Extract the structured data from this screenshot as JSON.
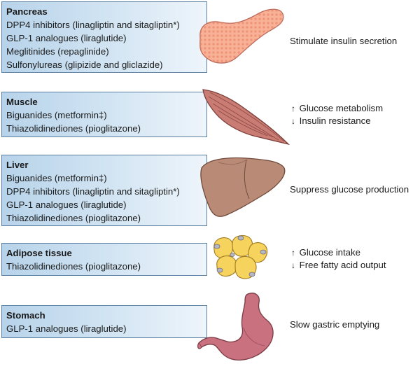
{
  "rows": [
    {
      "organ": "Pancreas",
      "drugs": [
        "DPP4 inhibitors (linagliptin and sitagliptin*)",
        "GLP-1 analogues (liraglutide)",
        "Meglitinides (repaglinide)",
        "Sulfonylureas (glipizide and gliclazide)"
      ],
      "effects": [
        {
          "arrow": "",
          "text": "Stimulate insulin secretion"
        }
      ],
      "icon": "pancreas-icon",
      "color": "#f6a58a"
    },
    {
      "organ": "Muscle",
      "drugs": [
        "Biguanides (metformin‡)",
        "Thiazolidinediones (pioglitazone)"
      ],
      "effects": [
        {
          "arrow": "↑",
          "text": "Glucose metabolism"
        },
        {
          "arrow": "↓",
          "text": "Insulin resistance"
        }
      ],
      "icon": "muscle-icon",
      "color": "#c47a72"
    },
    {
      "organ": "Liver",
      "drugs": [
        "Biguanides (metformin‡)",
        "DPP4 inhibitors (linagliptin and sitagliptin*)",
        "GLP-1 analogues (liraglutide)",
        "Thiazolidinediones (pioglitazone)"
      ],
      "effects": [
        {
          "arrow": "",
          "text": "Suppress glucose production"
        }
      ],
      "icon": "liver-icon",
      "color": "#b58471"
    },
    {
      "organ": "Adipose tissue",
      "drugs": [
        "Thiazolidinediones (pioglitazone)"
      ],
      "effects": [
        {
          "arrow": "↑",
          "text": "Glucose intake"
        },
        {
          "arrow": "↓",
          "text": "Free fatty acid output"
        }
      ],
      "icon": "adipose-tissue-icon",
      "color": "#f5d25a"
    },
    {
      "organ": "Stomach",
      "drugs": [
        "GLP-1 analogues (liraglutide)"
      ],
      "effects": [
        {
          "arrow": "",
          "text": "Slow gastric emptying"
        }
      ],
      "icon": "stomach-icon",
      "color": "#c9717f"
    }
  ]
}
